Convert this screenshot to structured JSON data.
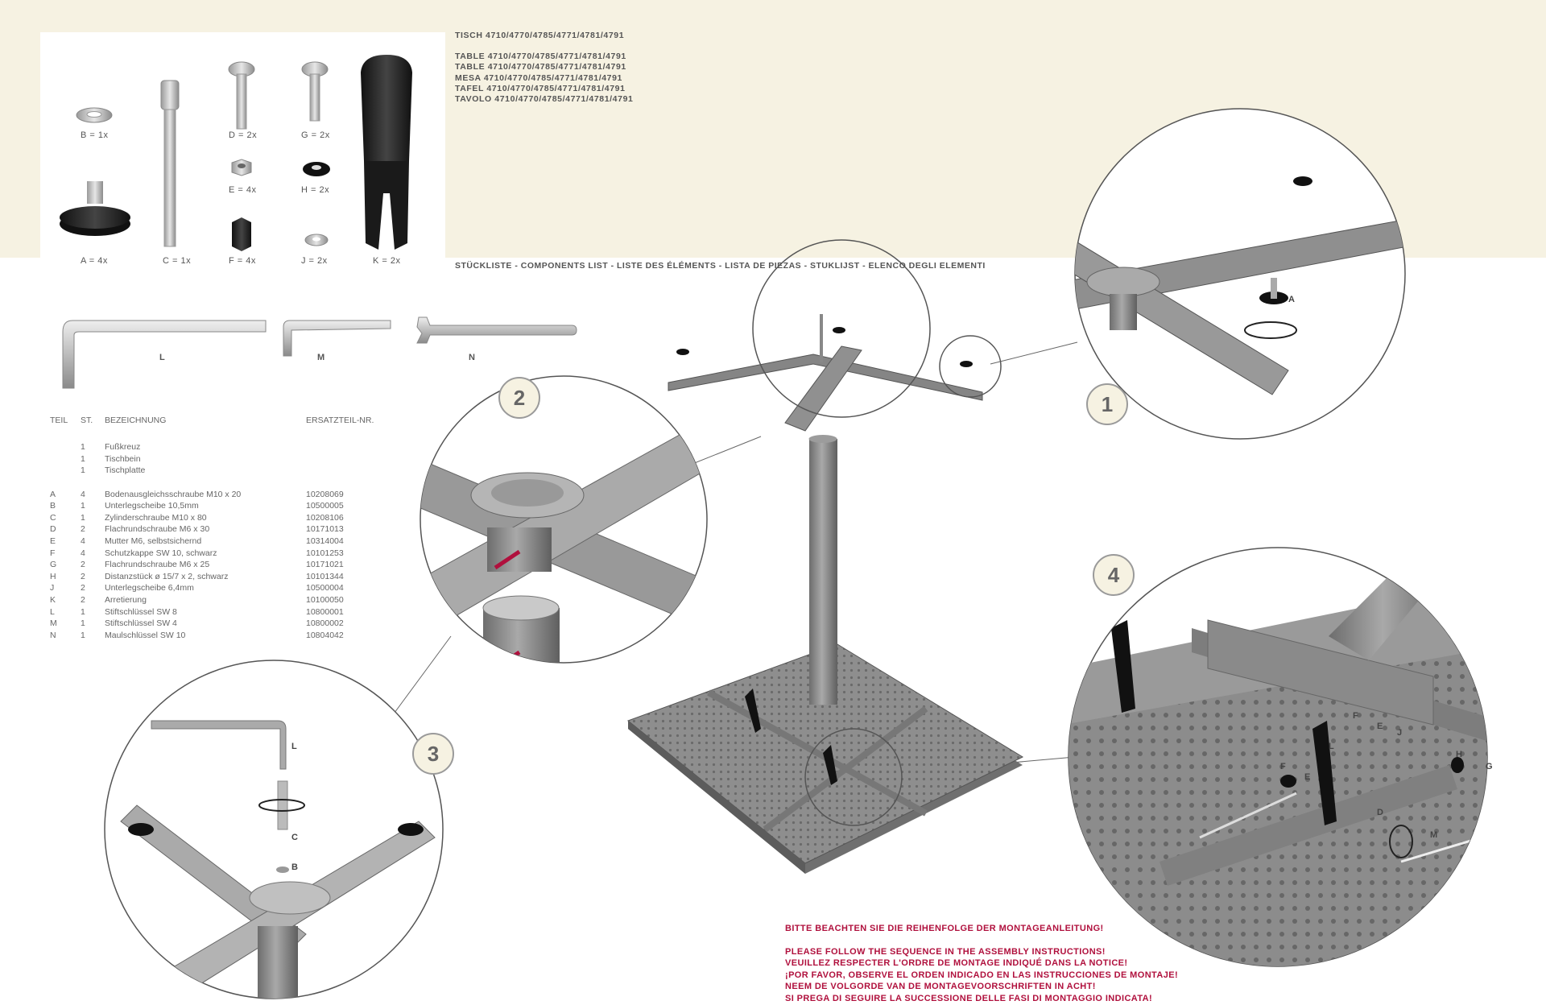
{
  "title": {
    "de": "TISCH 4710/4770/4785/4771/4781/4791",
    "en": "TABLE 4710/4770/4785/4771/4781/4791",
    "fr": "TABLE 4710/4770/4785/4771/4781/4791",
    "es": "MESA 4710/4770/4785/4771/4781/4791",
    "nl": "TAFEL 4710/4770/4785/4771/4781/4791",
    "it": "TAVOLO 4710/4770/4785/4771/4781/4791"
  },
  "components_heading": "STÜCKLISTE - COMPONENTS LIST - LISTE DES ÉLÉMENTS - LISTA DE PIEZAS - STUKLIJST - ELENCO DEGLI ELEMENTI",
  "parts_labels": {
    "a": "A = 4x",
    "b": "B = 1x",
    "c": "C = 1x",
    "d": "D = 2x",
    "e": "E = 4x",
    "f": "F = 4x",
    "g": "G = 2x",
    "h": "H = 2x",
    "j": "J = 2x",
    "k": "K = 2x"
  },
  "tools": {
    "l": "L",
    "m": "M",
    "n": "N"
  },
  "table": {
    "headers": [
      "TEIL",
      "ST.",
      "BEZEICHNUNG",
      "ERSATZTEIL-NR."
    ],
    "rows": [
      [
        "",
        "1",
        "Fußkreuz",
        ""
      ],
      [
        "",
        "1",
        "Tischbein",
        ""
      ],
      [
        "",
        "1",
        "Tischplatte",
        ""
      ],
      [
        "",
        "",
        "",
        ""
      ],
      [
        "A",
        "4",
        "Bodenausgleichsschraube M10 x 20",
        "10208069"
      ],
      [
        "B",
        "1",
        "Unterlegscheibe 10,5mm",
        "10500005"
      ],
      [
        "C",
        "1",
        "Zylinderschraube M10 x 80",
        "10208106"
      ],
      [
        "D",
        "2",
        "Flachrundschraube M6 x 30",
        "10171013"
      ],
      [
        "E",
        "4",
        "Mutter M6, selbstsichernd",
        "10314004"
      ],
      [
        "F",
        "4",
        "Schutzkappe SW 10, schwarz",
        "10101253"
      ],
      [
        "G",
        "2",
        "Flachrundschraube M6 x 25",
        "10171021"
      ],
      [
        "H",
        "2",
        "Distanzstück ø 15/7 x 2, schwarz",
        "10101344"
      ],
      [
        "J",
        "2",
        "Unterlegscheibe 6,4mm",
        "10500004"
      ],
      [
        "K",
        "2",
        "Arretierung",
        "10100050"
      ],
      [
        "L",
        "1",
        "Stiftschlüssel SW 8",
        "10800001"
      ],
      [
        "M",
        "1",
        "Stiftschlüssel SW 4",
        "10800002"
      ],
      [
        "N",
        "1",
        "Maulschlüssel SW 10",
        "10804042"
      ]
    ]
  },
  "steps": {
    "s1": "1",
    "s2": "2",
    "s3": "3",
    "s4": "4"
  },
  "callouts": {
    "a": "A",
    "l": "L",
    "c": "C",
    "b": "B",
    "f": "F",
    "e": "E",
    "j": "J",
    "h": "H",
    "g": "G",
    "d": "D",
    "m": "M"
  },
  "warnings": {
    "de": "BITTE BEACHTEN SIE DIE REIHENFOLGE DER MONTAGEANLEITUNG!",
    "en": "PLEASE FOLLOW THE SEQUENCE IN THE ASSEMBLY INSTRUCTIONS!",
    "fr": "VEUILLEZ RESPECTER L'ORDRE DE MONTAGE INDIQUÉ DANS LA NOTICE!",
    "es": "¡POR FAVOR, OBSERVE EL ORDEN INDICADO EN LAS INSTRUCCIONES DE MONTAJE!",
    "nl": "NEEM DE VOLGORDE VAN DE MONTAGEVOORSCHRIFTEN IN ACHT!",
    "it": "SI PREGA DI SEGUIRE LA SUCCESSIONE DELLE FASI DI MONTAGGIO INDICATA!"
  },
  "colors": {
    "accent": "#b0103d",
    "cream": "#f6f2e2",
    "metal": "#8a8a8a"
  }
}
